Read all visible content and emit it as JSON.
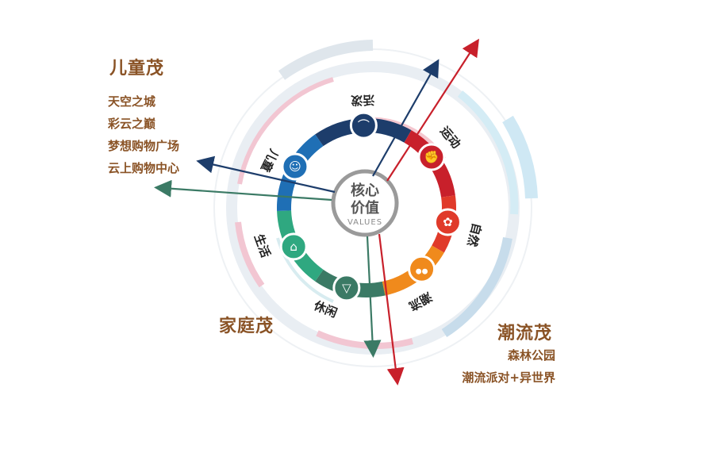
{
  "center": {
    "line1": "核心",
    "line2": "价值",
    "line3": "VALUES"
  },
  "segments": [
    {
      "label": "活泼",
      "color": "#1d3d6b",
      "icon": "slide-icon"
    },
    {
      "label": "运动",
      "color": "#c8202b",
      "icon": "muscle-icon"
    },
    {
      "label": "自然",
      "color": "#e03a2a",
      "icon": "clover-icon"
    },
    {
      "label": "潮流",
      "color": "#f08a1c",
      "icon": "sunglasses-icon"
    },
    {
      "label": "休闲",
      "color": "#3b7a65",
      "icon": "cocktail-icon"
    },
    {
      "label": "生活",
      "color": "#2fa880",
      "icon": "house-icon"
    },
    {
      "label": "儿童",
      "color": "#1f6fb5",
      "icon": "child-icon"
    }
  ],
  "groups": {
    "kids": {
      "title": "儿童茂",
      "items": [
        "天空之城",
        "彩云之巅",
        "梦想购物广场",
        "云上购物中心"
      ]
    },
    "family": {
      "title": "家庭茂"
    },
    "trend": {
      "title": "潮流茂",
      "items": [
        "森林公园",
        "潮流派对+异世界"
      ]
    }
  }
}
